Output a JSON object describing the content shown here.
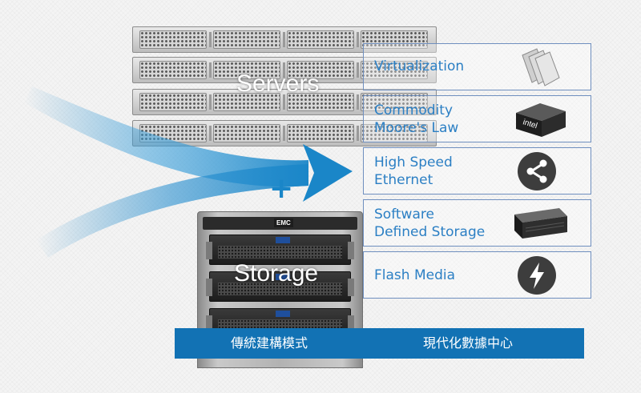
{
  "servers": {
    "label": "Servers"
  },
  "storage": {
    "label": "Storage",
    "brand": "EMC"
  },
  "connector": {
    "plus": "+"
  },
  "features": [
    {
      "label": "Virtualization",
      "icon": "stacked-sheets-icon"
    },
    {
      "label": "Commodity\nMoore's Law",
      "icon": "intel-chip-icon"
    },
    {
      "label": "High Speed\nEthernet",
      "icon": "share-icon"
    },
    {
      "label": "Software\nDefined Storage",
      "icon": "storage-box-icon"
    },
    {
      "label": "Flash Media",
      "icon": "lightning-icon"
    }
  ],
  "chip_logo": "intel",
  "bottom_bar": {
    "left_label": "傳統建構模式",
    "right_label": "現代化數據中心"
  },
  "colors": {
    "accent_blue": "#1272b4",
    "label_blue": "#2b7fc4",
    "box_border": "#6f8fbf",
    "arrow_blue": "#1a86c8",
    "icon_dark": "#3d3d3d"
  }
}
